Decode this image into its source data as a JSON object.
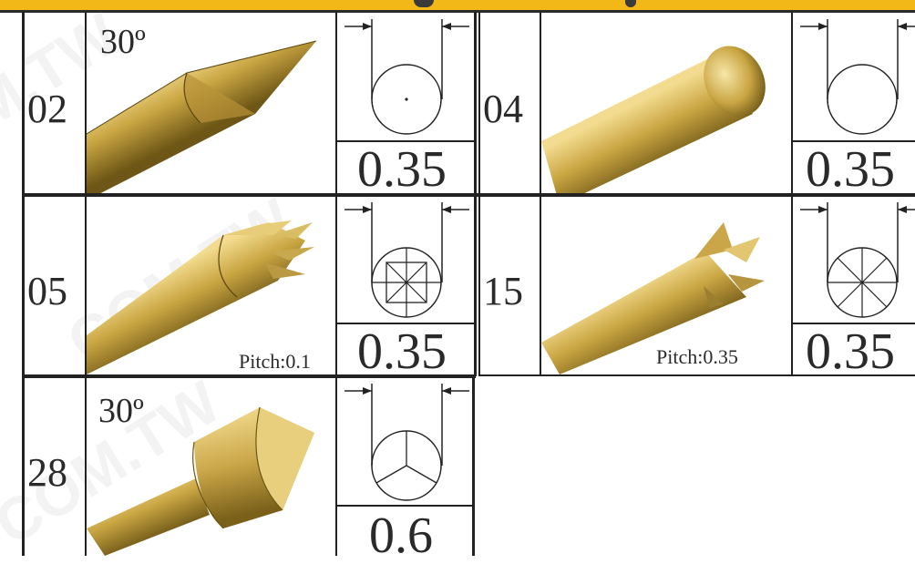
{
  "colors": {
    "brass_light": "#f3dc8f",
    "brass_mid": "#c9a542",
    "brass_dark": "#6e5716",
    "header_yellow": "#f2b818"
  },
  "watermark": "",
  "probes": [
    {
      "code": "02",
      "angle": "30º",
      "pitch": "",
      "diameter": "0.35",
      "tip_shape": "cone",
      "face_pattern": "center-dot"
    },
    {
      "code": "04",
      "angle": "",
      "pitch": "",
      "diameter": "0.35",
      "tip_shape": "round",
      "face_pattern": "plain"
    },
    {
      "code": "05",
      "angle": "",
      "pitch": "Pitch:0.1",
      "diameter": "0.35",
      "tip_shape": "serrated",
      "face_pattern": "grid-cross"
    },
    {
      "code": "15",
      "angle": "",
      "pitch": "Pitch:0.35",
      "diameter": "0.35",
      "tip_shape": "crown",
      "face_pattern": "eight-spoke"
    },
    {
      "code": "28",
      "angle": "30º",
      "pitch": "",
      "diameter": "0.6",
      "tip_shape": "three-edge",
      "face_pattern": "three-spoke"
    }
  ]
}
